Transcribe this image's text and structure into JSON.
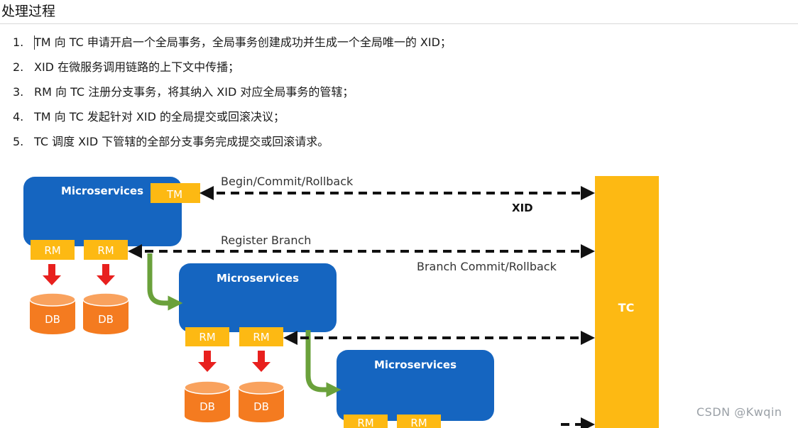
{
  "page": {
    "heading": "处理过程",
    "steps": [
      {
        "num": "1.",
        "text": "TM 向 TC 申请开启一个全局事务，全局事务创建成功并生成一个全局唯一的 XID；"
      },
      {
        "num": "2.",
        "text": "XID 在微服务调用链路的上下文中传播；"
      },
      {
        "num": "3.",
        "text": "RM 向 TC 注册分支事务，将其纳入 XID 对应全局事务的管辖；"
      },
      {
        "num": "4.",
        "text": "TM 向 TC 发起针对 XID 的全局提交或回滚决议；"
      },
      {
        "num": "5.",
        "text": "TC 调度 XID 下管辖的全部分支事务完成提交或回滚请求。"
      }
    ],
    "watermark": "CSDN @Kwqin"
  },
  "diagram": {
    "colors": {
      "service_blue": "#1565c0",
      "tag_yellow": "#fdb913",
      "tc_yellow": "#fdb913",
      "db_orange": "#f47b20",
      "red_arrow": "#e8201e",
      "green_arrow": "#6aa13b",
      "dashed_arrow": "#111111"
    },
    "services": [
      {
        "label": "Microservices",
        "tm": "TM",
        "rms": [
          "RM",
          "RM"
        ],
        "dbs": [
          "DB",
          "DB"
        ]
      },
      {
        "label": "Microservices",
        "rms": [
          "RM",
          "RM"
        ],
        "dbs": [
          "DB",
          "DB"
        ]
      },
      {
        "label": "Microservices",
        "rms": [
          "RM",
          "RM"
        ]
      }
    ],
    "tc_label": "TC",
    "labels": {
      "begin": "Begin/Commit/Rollback",
      "xid": "XID",
      "register": "Register Branch",
      "branch_commit": "Branch Commit/Rollback"
    }
  }
}
